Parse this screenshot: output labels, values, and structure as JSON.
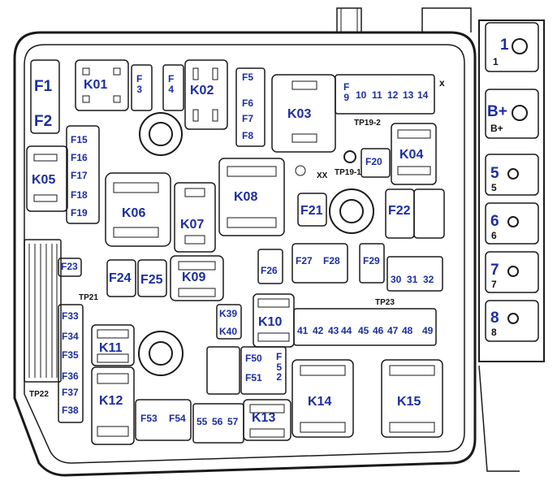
{
  "labels": {
    "F1": "F1",
    "F2": "F2",
    "K01": "K01",
    "F3": "F\n3",
    "F4": "F\n4",
    "K02": "K02",
    "F5": "F5",
    "F6": "F6",
    "F7": "F7",
    "F8": "F8",
    "K03": "K03",
    "F9": "F\n9",
    "F10": "10",
    "F11": "11",
    "F12": "12",
    "F13": "13",
    "F14": "14",
    "F15": "F15",
    "F16": "F16",
    "F17": "F17",
    "F18": "F18",
    "F19": "F19",
    "K05": "K05",
    "K06": "K06",
    "K07": "K07",
    "K08": "K08",
    "TP19_2": "TP19-2",
    "TP19_1": "TP19-1",
    "XX": "XX",
    "F20": "F20",
    "K04": "K04",
    "F21": "F21",
    "F22": "F22",
    "F23": "F23",
    "F24": "F24",
    "F25": "F25",
    "K09": "K09",
    "F26": "F26",
    "F27": "F27",
    "F28": "F28",
    "F29": "F29",
    "F30": "30",
    "F31": "31",
    "F32": "32",
    "TP21": "TP21",
    "TP23": "TP23",
    "F33": "F33",
    "F34": "F34",
    "F35": "F35",
    "F36": "F36",
    "F37": "F37",
    "F38": "F38",
    "TP22": "TP22",
    "K39": "K39",
    "K40": "K40",
    "K10": "K10",
    "F41": "41",
    "F42": "42",
    "F43": "43",
    "F44": "44",
    "F45": "45",
    "F46": "46",
    "F47": "47",
    "F48": "48",
    "F49": "49",
    "K11": "K11",
    "K12": "K12",
    "F50": "F50",
    "F51": "F51",
    "F52": "F\n5\n2",
    "K14": "K14",
    "K15": "K15",
    "F53": "F53",
    "F54": "F54",
    "F55": "55",
    "F56": "56",
    "F57": "57",
    "K13": "K13",
    "T1": "1",
    "T1b": "1",
    "TBplus": "B+",
    "TBplus_rot": "B+",
    "T5": "5",
    "T6": "6",
    "T7": "7",
    "T8": "8",
    "T5r": "5",
    "T6r": "6",
    "T7r": "7",
    "T8r": "8",
    "X": "x"
  },
  "colors": {
    "label": "#1b2ea0",
    "line": "#1a1a1a"
  }
}
